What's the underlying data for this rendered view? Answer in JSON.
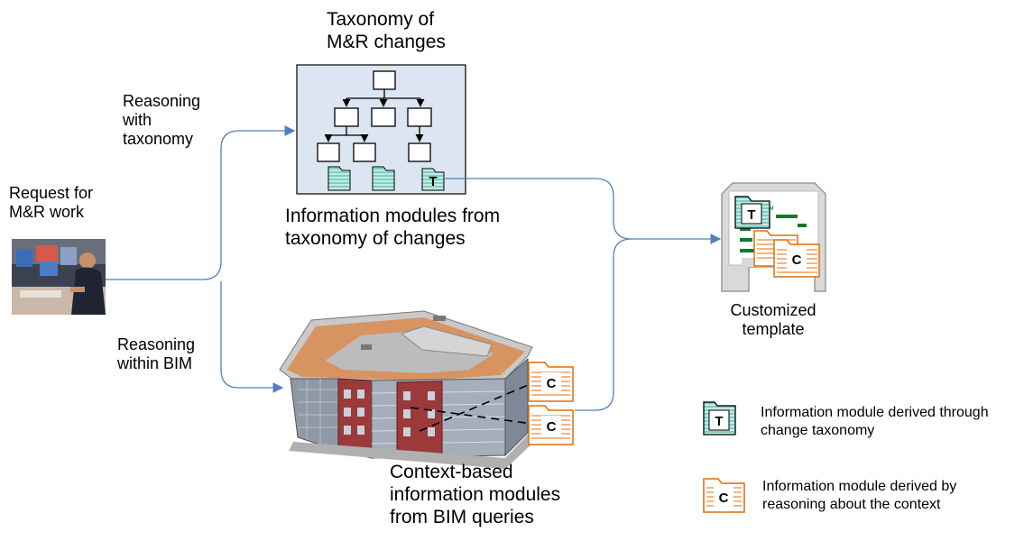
{
  "taxonomy": {
    "title": "Taxonomy of M&R changes",
    "modules_caption": "Information modules from taxonomy of changes",
    "module_letter": "T"
  },
  "request": {
    "label": "Request for M&R work"
  },
  "arrows": {
    "upper_label": "Reasoning with taxonomy",
    "lower_label": "Reasoning within BIM"
  },
  "bim": {
    "caption": "Context-based information modules from BIM queries",
    "module_letter": "C"
  },
  "template": {
    "label": "Customized template",
    "letter_t": "T",
    "letter_c": "C"
  },
  "legend": {
    "t_letter": "T",
    "t_text": "Information module derived through change taxonomy",
    "c_letter": "C",
    "c_text": "Information module derived by reasoning about the context"
  },
  "colors": {
    "arrow": "#4f81bd",
    "taxonomy_panel": "#dce6f2",
    "module_green": "#bfeee2",
    "module_orange": "#e46c0a",
    "brick": "#9c3a3a"
  }
}
